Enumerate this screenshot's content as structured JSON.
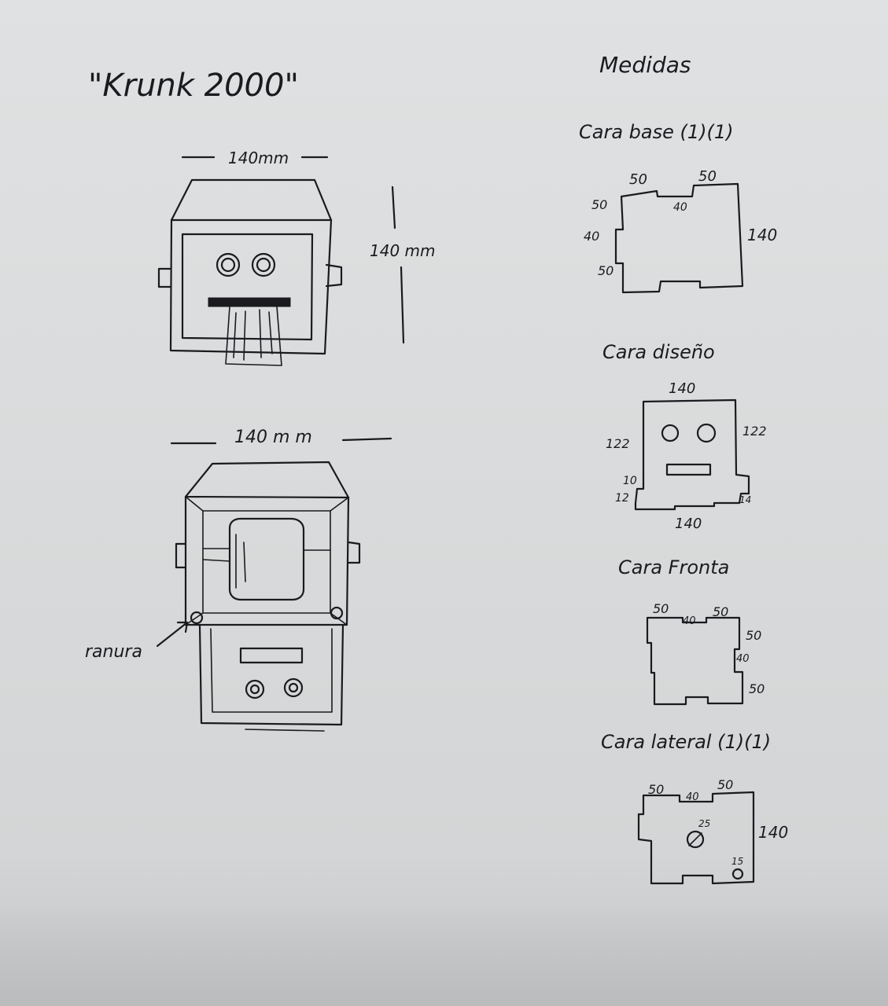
{
  "title": "\"Krunk 2000\"",
  "sketches": {
    "front_width": "140mm",
    "front_height": "140 mm",
    "open_width": "140 m m",
    "slot_label": "ranura"
  },
  "measures_title": "Medidas",
  "pieces": {
    "base": {
      "label": "Cara base (1)(1)",
      "top_left": "50",
      "top_right": "50",
      "notch": "40",
      "left_top": "50",
      "left_mid": "40",
      "left_bottom": "50",
      "right": "140"
    },
    "design": {
      "label": "Cara diseño",
      "top": "140",
      "left": "122",
      "right": "122",
      "tab_small": "10",
      "tab_left": "12",
      "tab_right": "14",
      "bottom": "140"
    },
    "front": {
      "label": "Cara Fronta",
      "top_left": "50",
      "notch": "40",
      "top_right": "50",
      "right_top": "50",
      "right_mid": "40",
      "right_bottom": "50"
    },
    "lateral": {
      "label": "Cara lateral (1)(1)",
      "top_left": "50",
      "notch": "40",
      "top_right": "50",
      "right": "140",
      "hole_big": "25",
      "hole_small": "15"
    }
  }
}
